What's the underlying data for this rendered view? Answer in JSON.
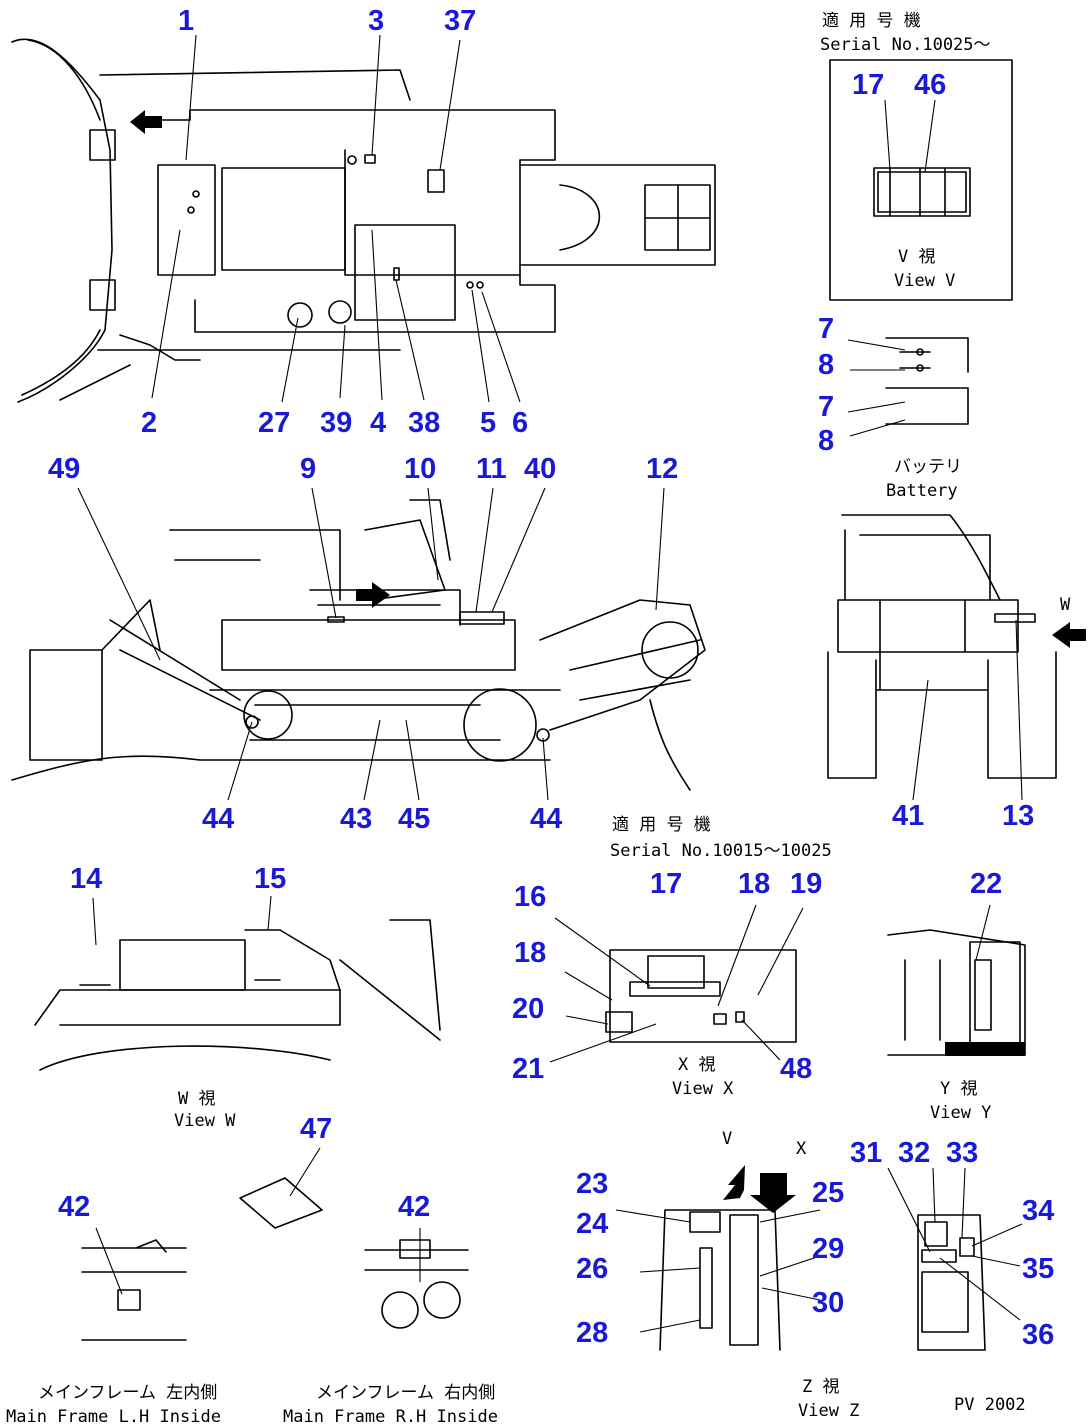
{
  "colors": {
    "callout": "#1a1ad6",
    "line": "#000000",
    "background": "#ffffff"
  },
  "callouts": [
    {
      "id": "c-1",
      "text": "1"
    },
    {
      "id": "c-3",
      "text": "3"
    },
    {
      "id": "c-37",
      "text": "37"
    },
    {
      "id": "c-2",
      "text": "2"
    },
    {
      "id": "c-27",
      "text": "27"
    },
    {
      "id": "c-39",
      "text": "39"
    },
    {
      "id": "c-4",
      "text": "4"
    },
    {
      "id": "c-38",
      "text": "38"
    },
    {
      "id": "c-5",
      "text": "5"
    },
    {
      "id": "c-6",
      "text": "6"
    },
    {
      "id": "c-17a",
      "text": "17"
    },
    {
      "id": "c-46",
      "text": "46"
    },
    {
      "id": "c-7a",
      "text": "7"
    },
    {
      "id": "c-8a",
      "text": "8"
    },
    {
      "id": "c-7b",
      "text": "7"
    },
    {
      "id": "c-8b",
      "text": "8"
    },
    {
      "id": "c-49",
      "text": "49"
    },
    {
      "id": "c-9",
      "text": "9"
    },
    {
      "id": "c-10",
      "text": "10"
    },
    {
      "id": "c-11",
      "text": "11"
    },
    {
      "id": "c-40",
      "text": "40"
    },
    {
      "id": "c-12",
      "text": "12"
    },
    {
      "id": "c-44a",
      "text": "44"
    },
    {
      "id": "c-43",
      "text": "43"
    },
    {
      "id": "c-45",
      "text": "45"
    },
    {
      "id": "c-44b",
      "text": "44"
    },
    {
      "id": "c-41",
      "text": "41"
    },
    {
      "id": "c-13",
      "text": "13"
    },
    {
      "id": "c-14",
      "text": "14"
    },
    {
      "id": "c-15",
      "text": "15"
    },
    {
      "id": "c-16",
      "text": "16"
    },
    {
      "id": "c-17b",
      "text": "17"
    },
    {
      "id": "c-18a",
      "text": "18"
    },
    {
      "id": "c-19",
      "text": "19"
    },
    {
      "id": "c-18b",
      "text": "18"
    },
    {
      "id": "c-20",
      "text": "20"
    },
    {
      "id": "c-21",
      "text": "21"
    },
    {
      "id": "c-48",
      "text": "48"
    },
    {
      "id": "c-22",
      "text": "22"
    },
    {
      "id": "c-47",
      "text": "47"
    },
    {
      "id": "c-42a",
      "text": "42"
    },
    {
      "id": "c-42b",
      "text": "42"
    },
    {
      "id": "c-23",
      "text": "23"
    },
    {
      "id": "c-24",
      "text": "24"
    },
    {
      "id": "c-25",
      "text": "25"
    },
    {
      "id": "c-26",
      "text": "26"
    },
    {
      "id": "c-29",
      "text": "29"
    },
    {
      "id": "c-30",
      "text": "30"
    },
    {
      "id": "c-28",
      "text": "28"
    },
    {
      "id": "c-31",
      "text": "31"
    },
    {
      "id": "c-32",
      "text": "32"
    },
    {
      "id": "c-33",
      "text": "33"
    },
    {
      "id": "c-34",
      "text": "34"
    },
    {
      "id": "c-35",
      "text": "35"
    },
    {
      "id": "c-36",
      "text": "36"
    }
  ],
  "captions": [
    {
      "id": "serial-a-jp",
      "text": "適 用 号 機"
    },
    {
      "id": "serial-a-en",
      "text": "Serial No.10025～"
    },
    {
      "id": "view-v-jp",
      "text": "V  視"
    },
    {
      "id": "view-v-en",
      "text": "View V"
    },
    {
      "id": "battery-jp",
      "text": "バッテリ"
    },
    {
      "id": "battery-en",
      "text": "Battery"
    },
    {
      "id": "serial-b-jp",
      "text": "適 用 号 機"
    },
    {
      "id": "serial-b-en",
      "text": "Serial No.10015～10025"
    },
    {
      "id": "view-w-jp",
      "text": "W  視"
    },
    {
      "id": "view-w-en",
      "text": "View W"
    },
    {
      "id": "view-x-jp",
      "text": "X  視"
    },
    {
      "id": "view-x-en",
      "text": "View X"
    },
    {
      "id": "view-y-jp",
      "text": "Y  視"
    },
    {
      "id": "view-y-en",
      "text": "View Y"
    },
    {
      "id": "view-z-jp",
      "text": "Z  視"
    },
    {
      "id": "view-z-en",
      "text": "View Z"
    },
    {
      "id": "frame-lh-jp",
      "text": "メインフレーム 左内側"
    },
    {
      "id": "frame-lh-en",
      "text": "Main Frame L.H Inside"
    },
    {
      "id": "frame-rh-jp",
      "text": "メインフレーム 右内側"
    },
    {
      "id": "frame-rh-en",
      "text": "Main Frame R.H Inside"
    },
    {
      "id": "drawing-code",
      "text": "PV 2002"
    },
    {
      "id": "letter-w",
      "text": "W"
    },
    {
      "id": "letter-v",
      "text": "V"
    },
    {
      "id": "letter-x",
      "text": "X"
    }
  ]
}
